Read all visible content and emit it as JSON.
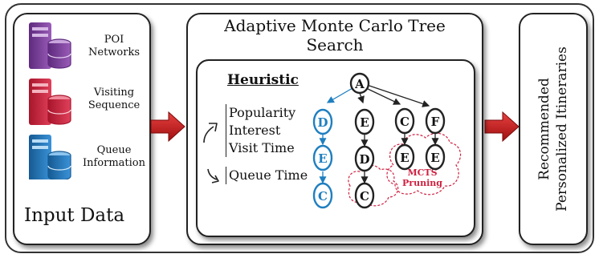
{
  "input_panel": {
    "items": [
      {
        "label_line1": "POI",
        "label_line2": "Networks",
        "color": "#7b3f98",
        "icon": "database-server-icon"
      },
      {
        "label_line1": "Visiting",
        "label_line2": "Sequence",
        "color": "#c8203a",
        "icon": "database-server-icon"
      },
      {
        "label_line1": "Queue",
        "label_line2": "Information",
        "color": "#1f73b7",
        "icon": "database-server-icon"
      }
    ],
    "title": "Input Data"
  },
  "mcts_panel": {
    "title_line1": "Adaptive Monte Carlo Tree",
    "title_line2": "Search",
    "heuristic_title": "Heuristic",
    "heuristic_up": [
      "Popularity",
      "Interest",
      "Visit Time"
    ],
    "heuristic_down": "Queue Time",
    "pruning_label_line1": "MCTS",
    "pruning_label_line2": "Pruning",
    "tree_nodes": {
      "root": "A",
      "d1": "D",
      "d2": "E",
      "d3": "C",
      "e1": "E",
      "e2": "D",
      "e3": "C",
      "c1": "C",
      "c2": "E",
      "f1": "F",
      "f2": "E"
    },
    "colors": {
      "selected_path": "#1f7fc0",
      "pruning": "#d02040"
    }
  },
  "output_panel": {
    "title_line1": "Recommended",
    "title_line2": "Personalized Itineraries"
  },
  "colors": {
    "arrow": "#c81a1a"
  }
}
